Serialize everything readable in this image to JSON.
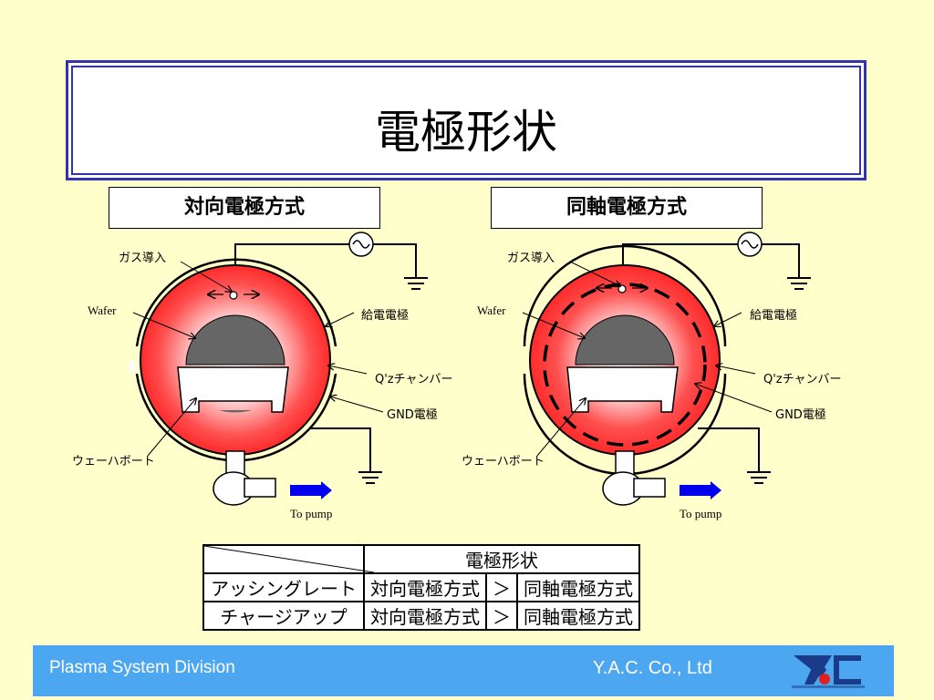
{
  "title": "電極形状",
  "methods": {
    "left": "対向電極方式",
    "right": "同軸電極方式"
  },
  "labels": {
    "gas": "ガス導入",
    "wafer": "Wafer",
    "power": "給電電極",
    "chamber": "Q'zチャンバー",
    "gnd": "GND電極",
    "boat": "ウェーハボート",
    "pump": "To pump"
  },
  "table": {
    "header": "電極形状",
    "rows": [
      {
        "name": "アッシングレート",
        "a": "対向電極方式",
        "op": "＞",
        "b": "同軸電極方式"
      },
      {
        "name": "チャージアップ",
        "a": "対向電極方式",
        "op": "＞",
        "b": "同軸電極方式"
      }
    ]
  },
  "footer": {
    "division": "Plasma System Division",
    "company": "Y.A.C. Co., Ltd"
  },
  "colors": {
    "background": "#ffffcc",
    "title_border": "#3333aa",
    "plasma": "#ff3333",
    "footer": "#4da6f0",
    "arrow": "#0000ee"
  }
}
